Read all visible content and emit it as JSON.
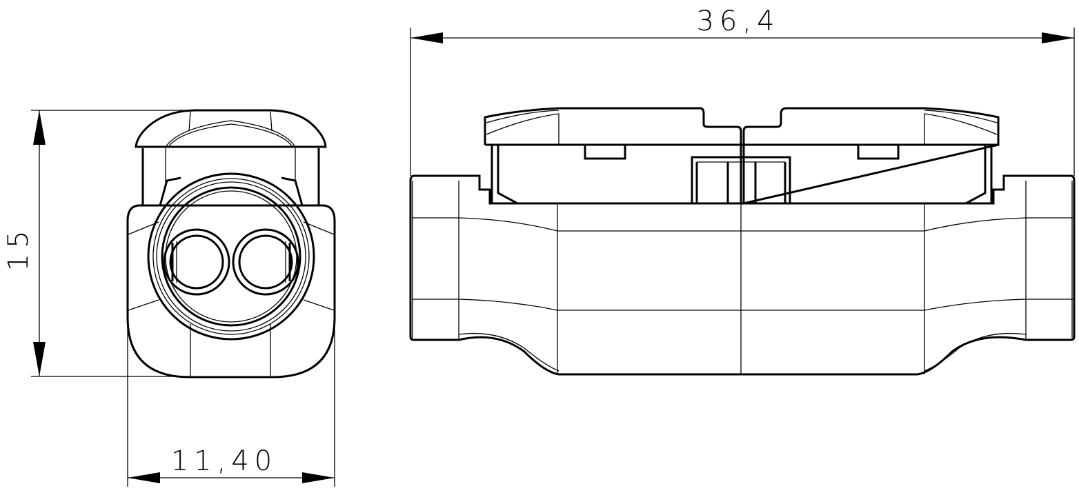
{
  "drawing": {
    "front_view": {
      "height_dimension": "15",
      "width_dimension": "11,40"
    },
    "side_view": {
      "length_dimension": "36,4"
    }
  }
}
